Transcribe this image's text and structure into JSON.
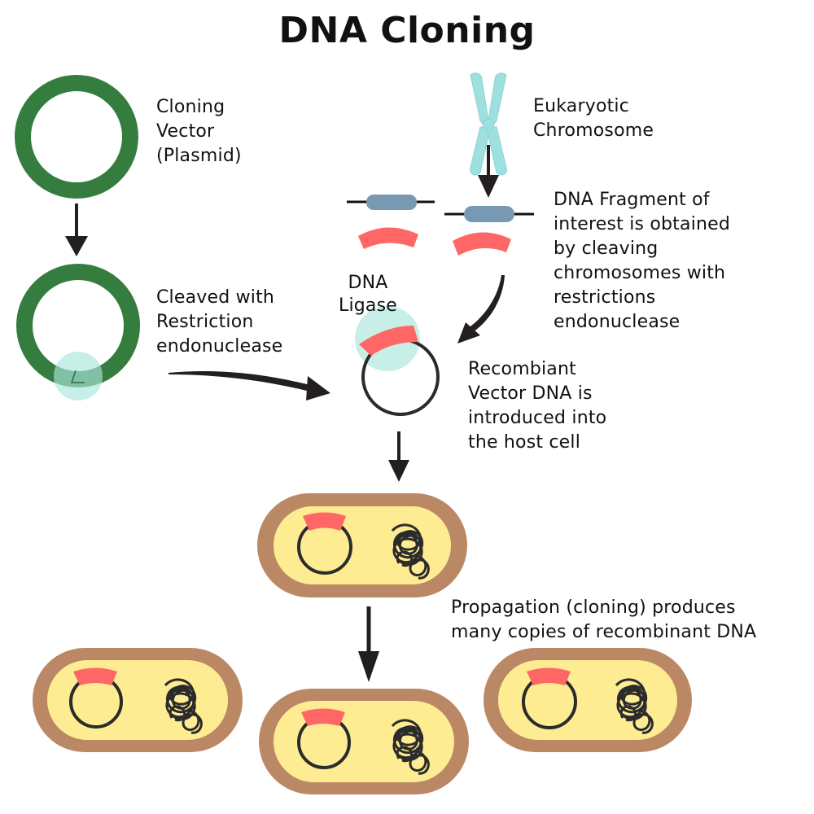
{
  "title": "DNA Cloning",
  "colors": {
    "plasmid_green": "#357d3e",
    "ligase_cyan": "#c5efe8",
    "chromosome_cyan": "#9ee0e0",
    "fragment_blue": "#7899b4",
    "insert_red": "#ff6666",
    "cell_wall": "#bb8866",
    "cytoplasm": "#fdec92",
    "ink": "#2b2b2b"
  },
  "labels": {
    "cloning_vector": [
      "Cloning",
      "Vector",
      "(Plasmid)"
    ],
    "cleaved": [
      "Cleaved with",
      "Restriction",
      "endonuclease"
    ],
    "eukaryotic": [
      "Eukaryotic",
      "Chromosome"
    ],
    "fragment": [
      "DNA Fragment of",
      "interest is obtained",
      "by cleaving",
      "chromosomes with",
      "restrictions",
      "endonuclease"
    ],
    "ligase": [
      "DNA",
      "Ligase"
    ],
    "recombinant": [
      "Recombiant",
      "Vector DNA is",
      "introduced into",
      "the host cell"
    ],
    "propagation": [
      "Propagation (cloning) produces",
      "many copies of recombinant DNA"
    ]
  }
}
